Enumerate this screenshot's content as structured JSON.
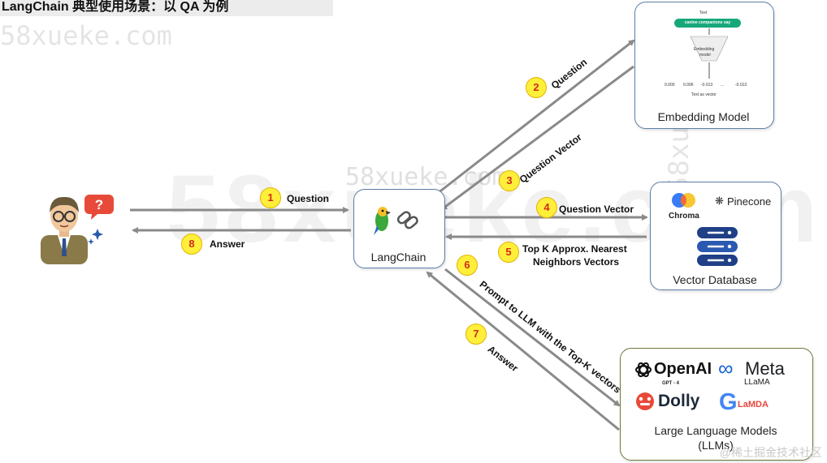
{
  "title": "LangChain 典型使用场景：以 QA 为例",
  "watermarks": {
    "main": "58xueke.com",
    "footer": "@稀土掘金技术社区"
  },
  "nodes": {
    "langchain": "LangChain",
    "embedding_model": "Embedding Model",
    "vector_database": "Vector Database",
    "llms_line1": "Large Language Models",
    "llms_line2": "(LLMs)"
  },
  "embedding_inner": {
    "text_label": "Text",
    "pill": "canine companions say",
    "model_line1": "Embedding",
    "model_line2": "model",
    "vector": [
      "0.000",
      "0.006",
      "-0.013",
      "...",
      "-0.013"
    ],
    "caption": "Text as vector"
  },
  "vector_db": {
    "chroma": "Chroma",
    "pinecone": "Pinecone"
  },
  "llm_logos": {
    "openai": "OpenAI",
    "gpt4": "GPT - 4",
    "meta": "Meta",
    "llama": "LLaMA",
    "dolly": "Dolly",
    "glamda": "LaMDA"
  },
  "steps": [
    {
      "num": "1",
      "label": "Question"
    },
    {
      "num": "2",
      "label": "Question"
    },
    {
      "num": "3",
      "label": "Question Vector"
    },
    {
      "num": "4",
      "label": "Question Vector"
    },
    {
      "num": "5",
      "label_line1": "Top K Approx. Nearest",
      "label_line2": "Neighbors Vectors"
    },
    {
      "num": "6",
      "label": "Prompt to LLM with the Top-K vectors"
    },
    {
      "num": "7",
      "label": "Answer"
    },
    {
      "num": "8",
      "label": "Answer"
    }
  ],
  "colors": {
    "arrow": "#8a8a8a",
    "badge": "#ffef3a",
    "badge_text": "#d12a1a",
    "box_border": "#5a7ea6",
    "llm_border": "#6b7a3a",
    "pill": "#17a87a"
  }
}
